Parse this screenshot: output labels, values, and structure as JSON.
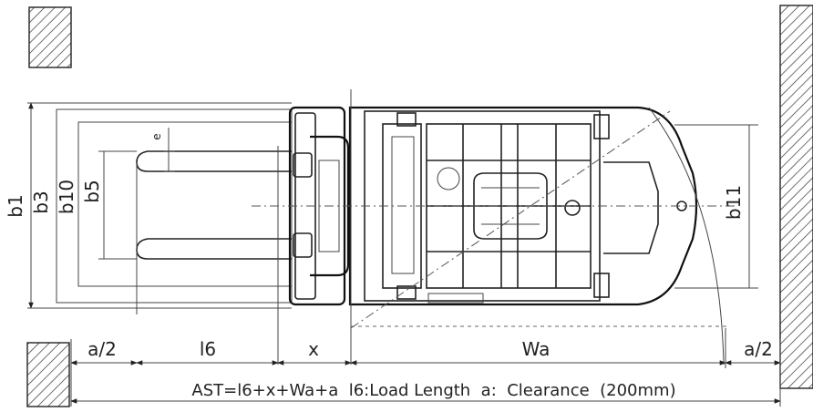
{
  "labels": {
    "b1": "b1",
    "b3": "b3",
    "b10": "b10",
    "b5": "b5",
    "b11": "b11",
    "e": "e",
    "a_half_left": "a/2",
    "l6": "l6",
    "x": "x",
    "wa": "Wa",
    "a_half_right": "a/2"
  },
  "formula": "AST=l6+x+Wa+a  l6:Load Length  a:  Clearance  (200mm)"
}
